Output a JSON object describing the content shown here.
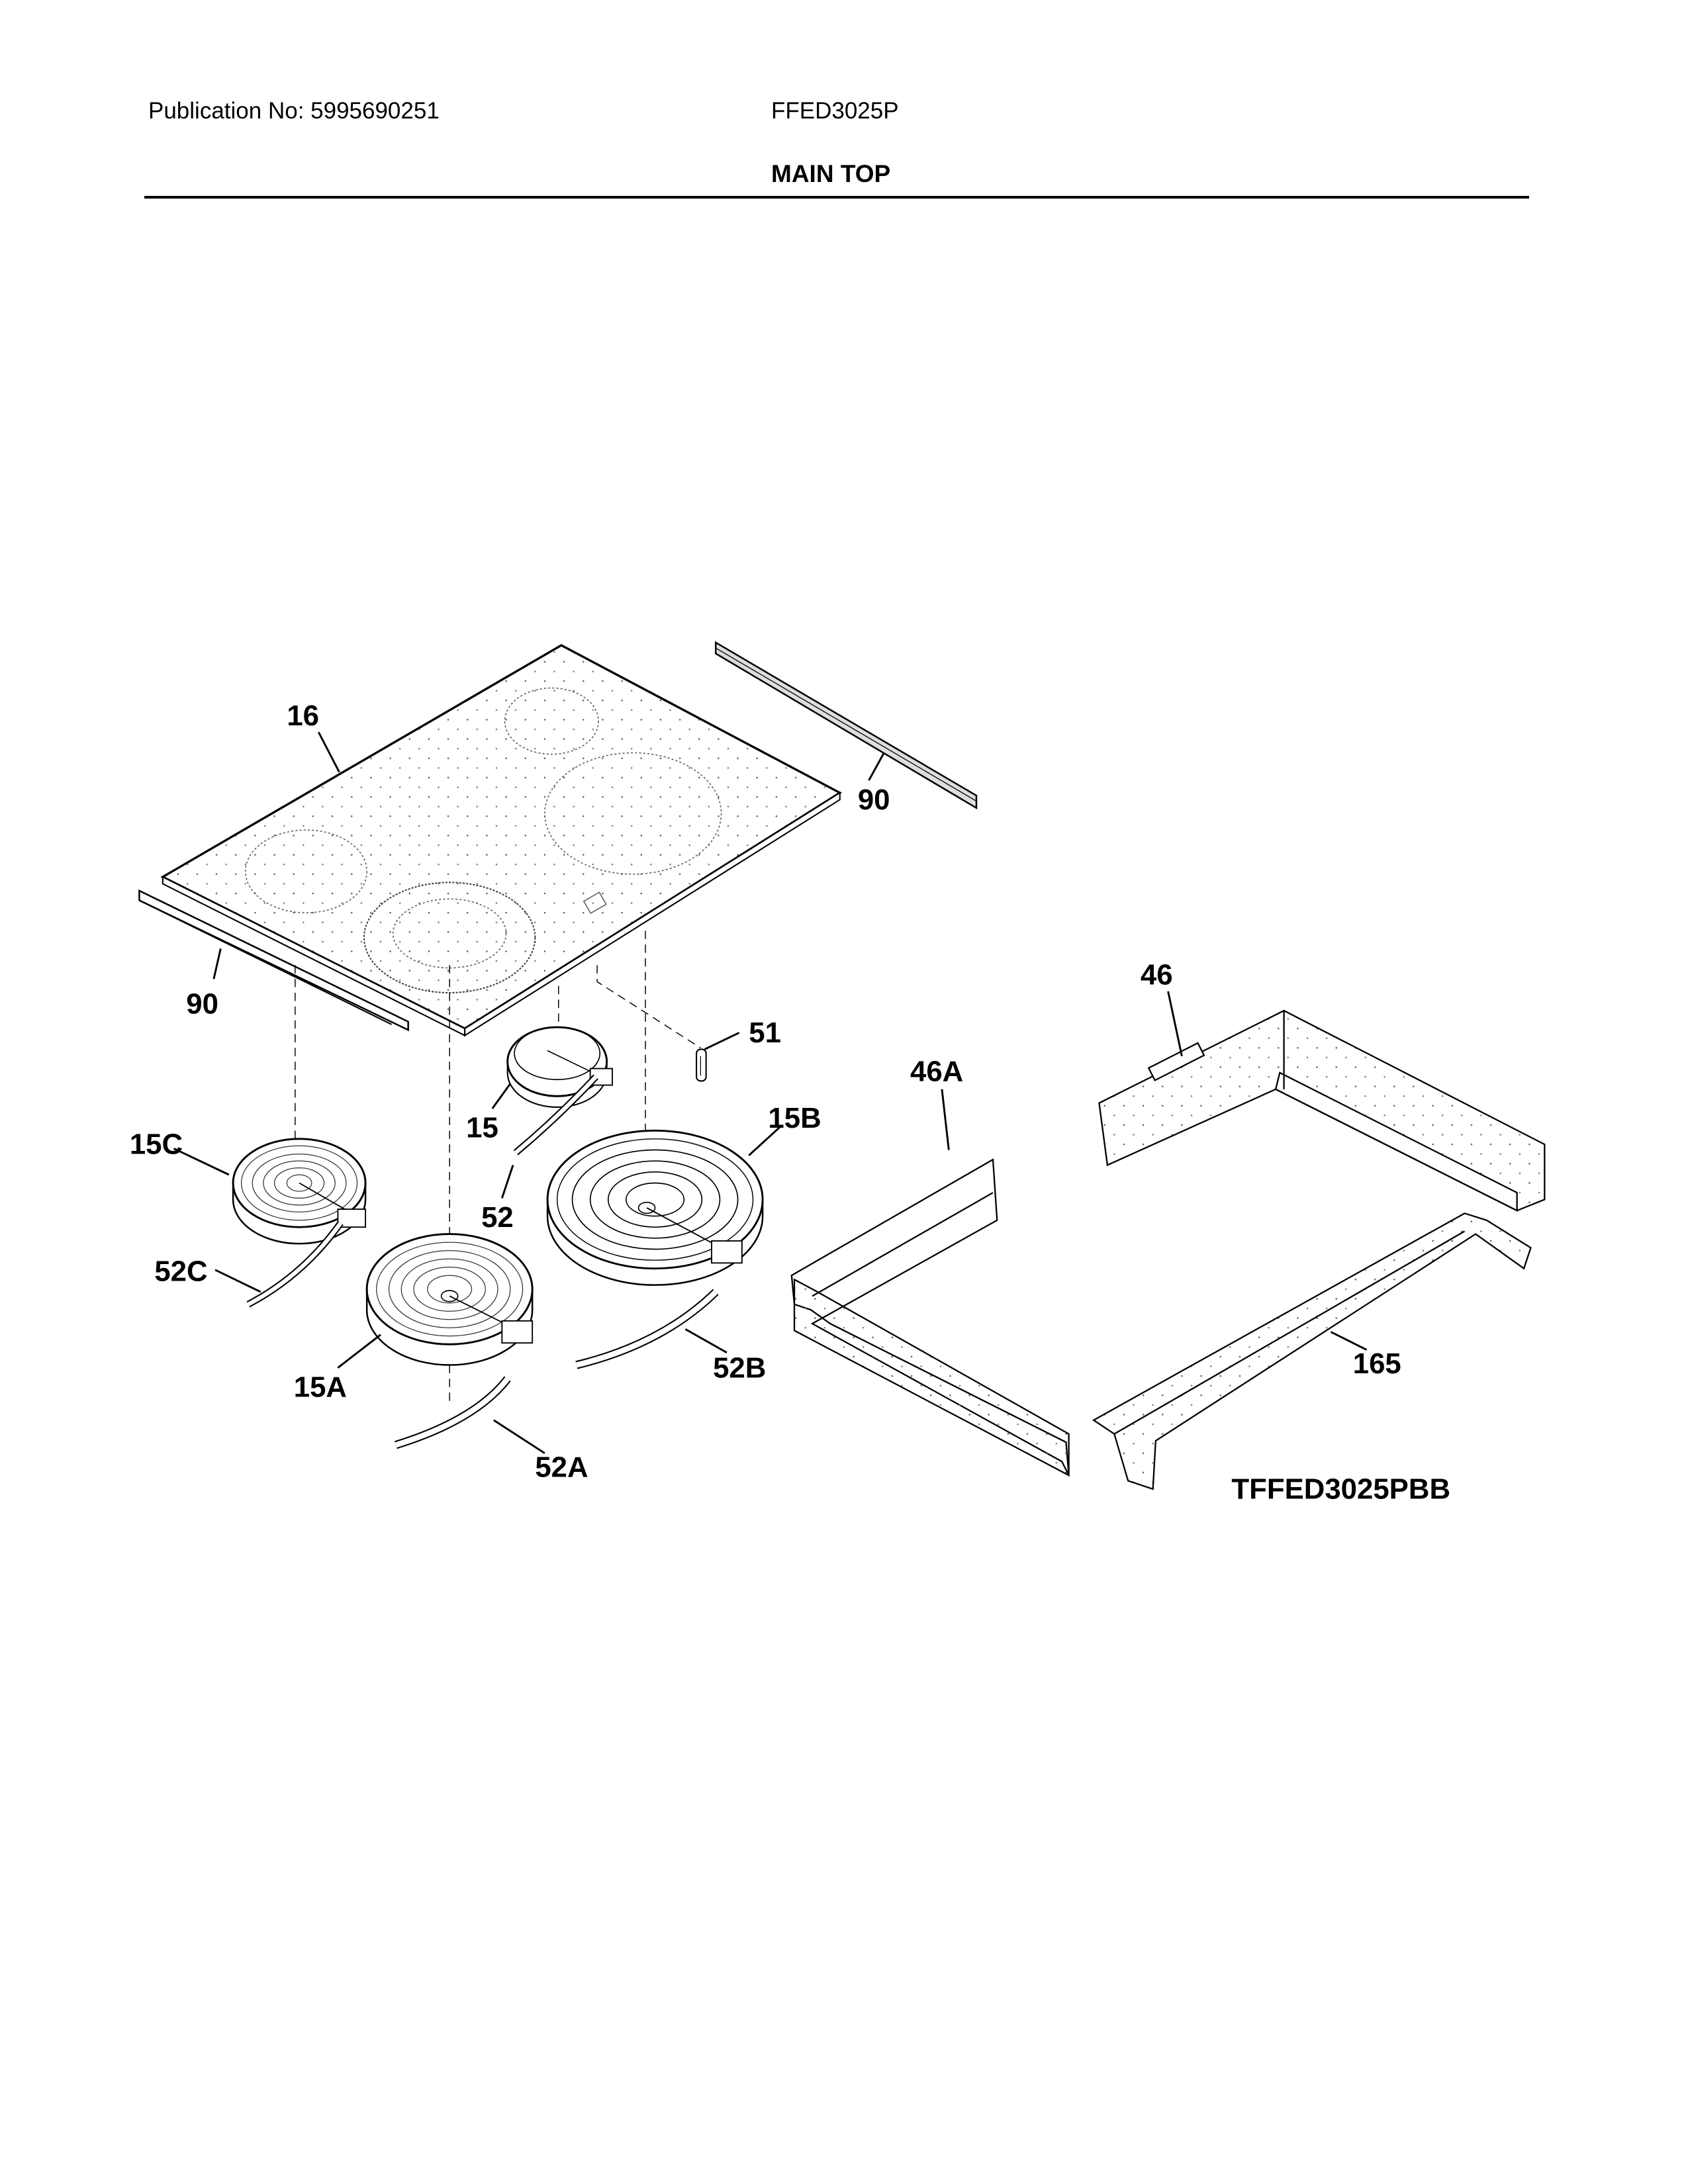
{
  "header": {
    "publication": "Publication No: 5995690251",
    "model": "FFED3025P",
    "section_title": "MAIN TOP"
  },
  "diagram": {
    "model_code": "TFFED3025PBB",
    "parts": [
      {
        "ref": "16",
        "description": "glass cooktop"
      },
      {
        "ref": "90",
        "description": "trim strip (rear)"
      },
      {
        "ref": "90",
        "description": "trim strip (front)"
      },
      {
        "ref": "46",
        "description": "rear bracket"
      },
      {
        "ref": "46A",
        "description": "front bracket"
      },
      {
        "ref": "51",
        "description": "limiter / sensor"
      },
      {
        "ref": "15",
        "description": "radiant element"
      },
      {
        "ref": "15A",
        "description": "radiant element"
      },
      {
        "ref": "15B",
        "description": "radiant element"
      },
      {
        "ref": "15C",
        "description": "radiant element"
      },
      {
        "ref": "52",
        "description": "element clip"
      },
      {
        "ref": "52A",
        "description": "element clip"
      },
      {
        "ref": "52B",
        "description": "element clip"
      },
      {
        "ref": "52C",
        "description": "element clip"
      },
      {
        "ref": "165",
        "description": "support rail"
      }
    ],
    "labels": {
      "l16": "16",
      "l90a": "90",
      "l90b": "90",
      "l46": "46",
      "l46a": "46A",
      "l51": "51",
      "l15": "15",
      "l15a": "15A",
      "l15b": "15B",
      "l15c": "15C",
      "l52": "52",
      "l52a": "52A",
      "l52b": "52B",
      "l52c": "52C",
      "l165": "165"
    }
  }
}
